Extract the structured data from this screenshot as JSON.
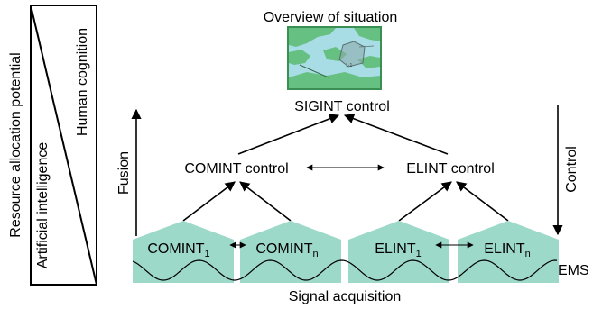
{
  "labels": {
    "resource_allocation": "Resource allocation potential",
    "artificial_intelligence": "Artificial intelligence",
    "human_cognition": "Human cognition",
    "overview": "Overview of situation",
    "sigint_control": "SIGINT control",
    "comint_control": "COMINT control",
    "elint_control": "ELINT control",
    "fusion": "Fusion",
    "control": "Control",
    "ems": "EMS",
    "signal_acquisition": "Signal acquisition"
  },
  "sensors": [
    {
      "base": "COMINT",
      "sub": "1"
    },
    {
      "base": "COMINT",
      "sub": "n"
    },
    {
      "base": "ELINT",
      "sub": "1"
    },
    {
      "base": "ELINT",
      "sub": "n"
    }
  ],
  "colors": {
    "sensor_fill": "#9dd9c9",
    "map_water": "#a8dde6",
    "map_land": "#66c082",
    "map_border": "#3e9a6a"
  }
}
